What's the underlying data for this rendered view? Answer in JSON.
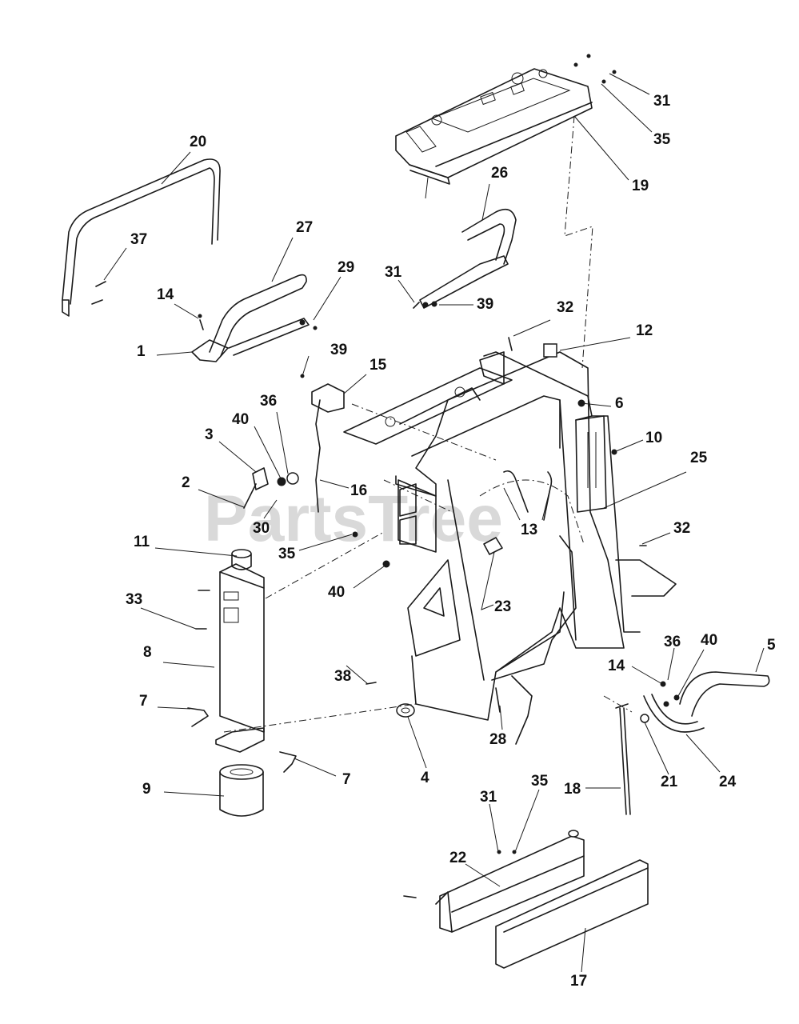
{
  "watermark": "PartsTree",
  "callouts": [
    {
      "id": "c31a",
      "text": "31"
    },
    {
      "id": "c35a",
      "text": "35"
    },
    {
      "id": "c19",
      "text": "19"
    },
    {
      "id": "c20",
      "text": "20"
    },
    {
      "id": "c26",
      "text": "26"
    },
    {
      "id": "c27",
      "text": "27"
    },
    {
      "id": "c37",
      "text": "37"
    },
    {
      "id": "c29",
      "text": "29"
    },
    {
      "id": "c31b",
      "text": "31"
    },
    {
      "id": "c39a",
      "text": "39"
    },
    {
      "id": "c32a",
      "text": "32"
    },
    {
      "id": "c14a",
      "text": "14"
    },
    {
      "id": "c12",
      "text": "12"
    },
    {
      "id": "c1",
      "text": "1"
    },
    {
      "id": "c39b",
      "text": "39"
    },
    {
      "id": "c15",
      "text": "15"
    },
    {
      "id": "c36a",
      "text": "36"
    },
    {
      "id": "c6",
      "text": "6"
    },
    {
      "id": "c40a",
      "text": "40"
    },
    {
      "id": "c3",
      "text": "3"
    },
    {
      "id": "c10",
      "text": "10"
    },
    {
      "id": "c25",
      "text": "25"
    },
    {
      "id": "c2",
      "text": "2"
    },
    {
      "id": "c16",
      "text": "16"
    },
    {
      "id": "c30",
      "text": "30"
    },
    {
      "id": "c13",
      "text": "13"
    },
    {
      "id": "c32b",
      "text": "32"
    },
    {
      "id": "c11",
      "text": "11"
    },
    {
      "id": "c35b",
      "text": "35"
    },
    {
      "id": "c40b",
      "text": "40"
    },
    {
      "id": "c23",
      "text": "23"
    },
    {
      "id": "c33",
      "text": "33"
    },
    {
      "id": "c36b",
      "text": "36"
    },
    {
      "id": "c40c",
      "text": "40"
    },
    {
      "id": "c5",
      "text": "5"
    },
    {
      "id": "c8",
      "text": "8"
    },
    {
      "id": "c38",
      "text": "38"
    },
    {
      "id": "c14b",
      "text": "14"
    },
    {
      "id": "c7a",
      "text": "7"
    },
    {
      "id": "c28",
      "text": "28"
    },
    {
      "id": "c4",
      "text": "4"
    },
    {
      "id": "c7b",
      "text": "7"
    },
    {
      "id": "c21",
      "text": "21"
    },
    {
      "id": "c24",
      "text": "24"
    },
    {
      "id": "c9",
      "text": "9"
    },
    {
      "id": "c35c",
      "text": "35"
    },
    {
      "id": "c18",
      "text": "18"
    },
    {
      "id": "c31c",
      "text": "31"
    },
    {
      "id": "c22",
      "text": "22"
    },
    {
      "id": "c17",
      "text": "17"
    }
  ]
}
